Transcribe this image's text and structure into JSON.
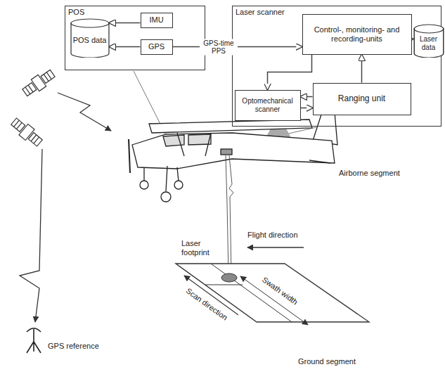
{
  "diagram": {
    "nodes": [
      {
        "text": [
          "POS"
        ]
      },
      {
        "text": [
          "IMU"
        ],
        "in": 0
      },
      {
        "text": [
          "POS data"
        ],
        "in": 0
      },
      {
        "text": [
          "GPS"
        ],
        "in": 0
      },
      {
        "text": [
          "Laser scanner"
        ]
      },
      {
        "text": [
          "Control-, monitoring- and recording-units"
        ],
        "in": 4
      },
      {
        "text": [
          "Laser data"
        ],
        "in": 4
      },
      {
        "text": [
          "Optomechanical scanner"
        ],
        "in": 4
      },
      {
        "text": [
          "Ranging unit"
        ],
        "in": 4
      }
    ],
    "edges": [
      {
        "from": 1,
        "to": 2,
        "arrow": "to"
      },
      {
        "from": 3,
        "to": 2,
        "arrow": "to"
      },
      {
        "from": 3,
        "to": 5,
        "label": "GPS-time PPS",
        "arrow": "to"
      },
      {
        "from": 5,
        "to": 6,
        "arrow": "to"
      },
      {
        "from": 5,
        "to": 7,
        "arrow": "to"
      },
      {
        "from": 8,
        "to": 5,
        "arrow": "to"
      },
      {
        "from": 7,
        "to": 8,
        "arrow": "to"
      },
      {
        "from": 8,
        "to": 7,
        "arrow": "to"
      }
    ],
    "labels": [
      "Airborne segment",
      "Flight direction",
      "Laser footprint",
      "Swath width",
      "Scan direction",
      "GPS reference",
      "Ground segment"
    ]
  }
}
